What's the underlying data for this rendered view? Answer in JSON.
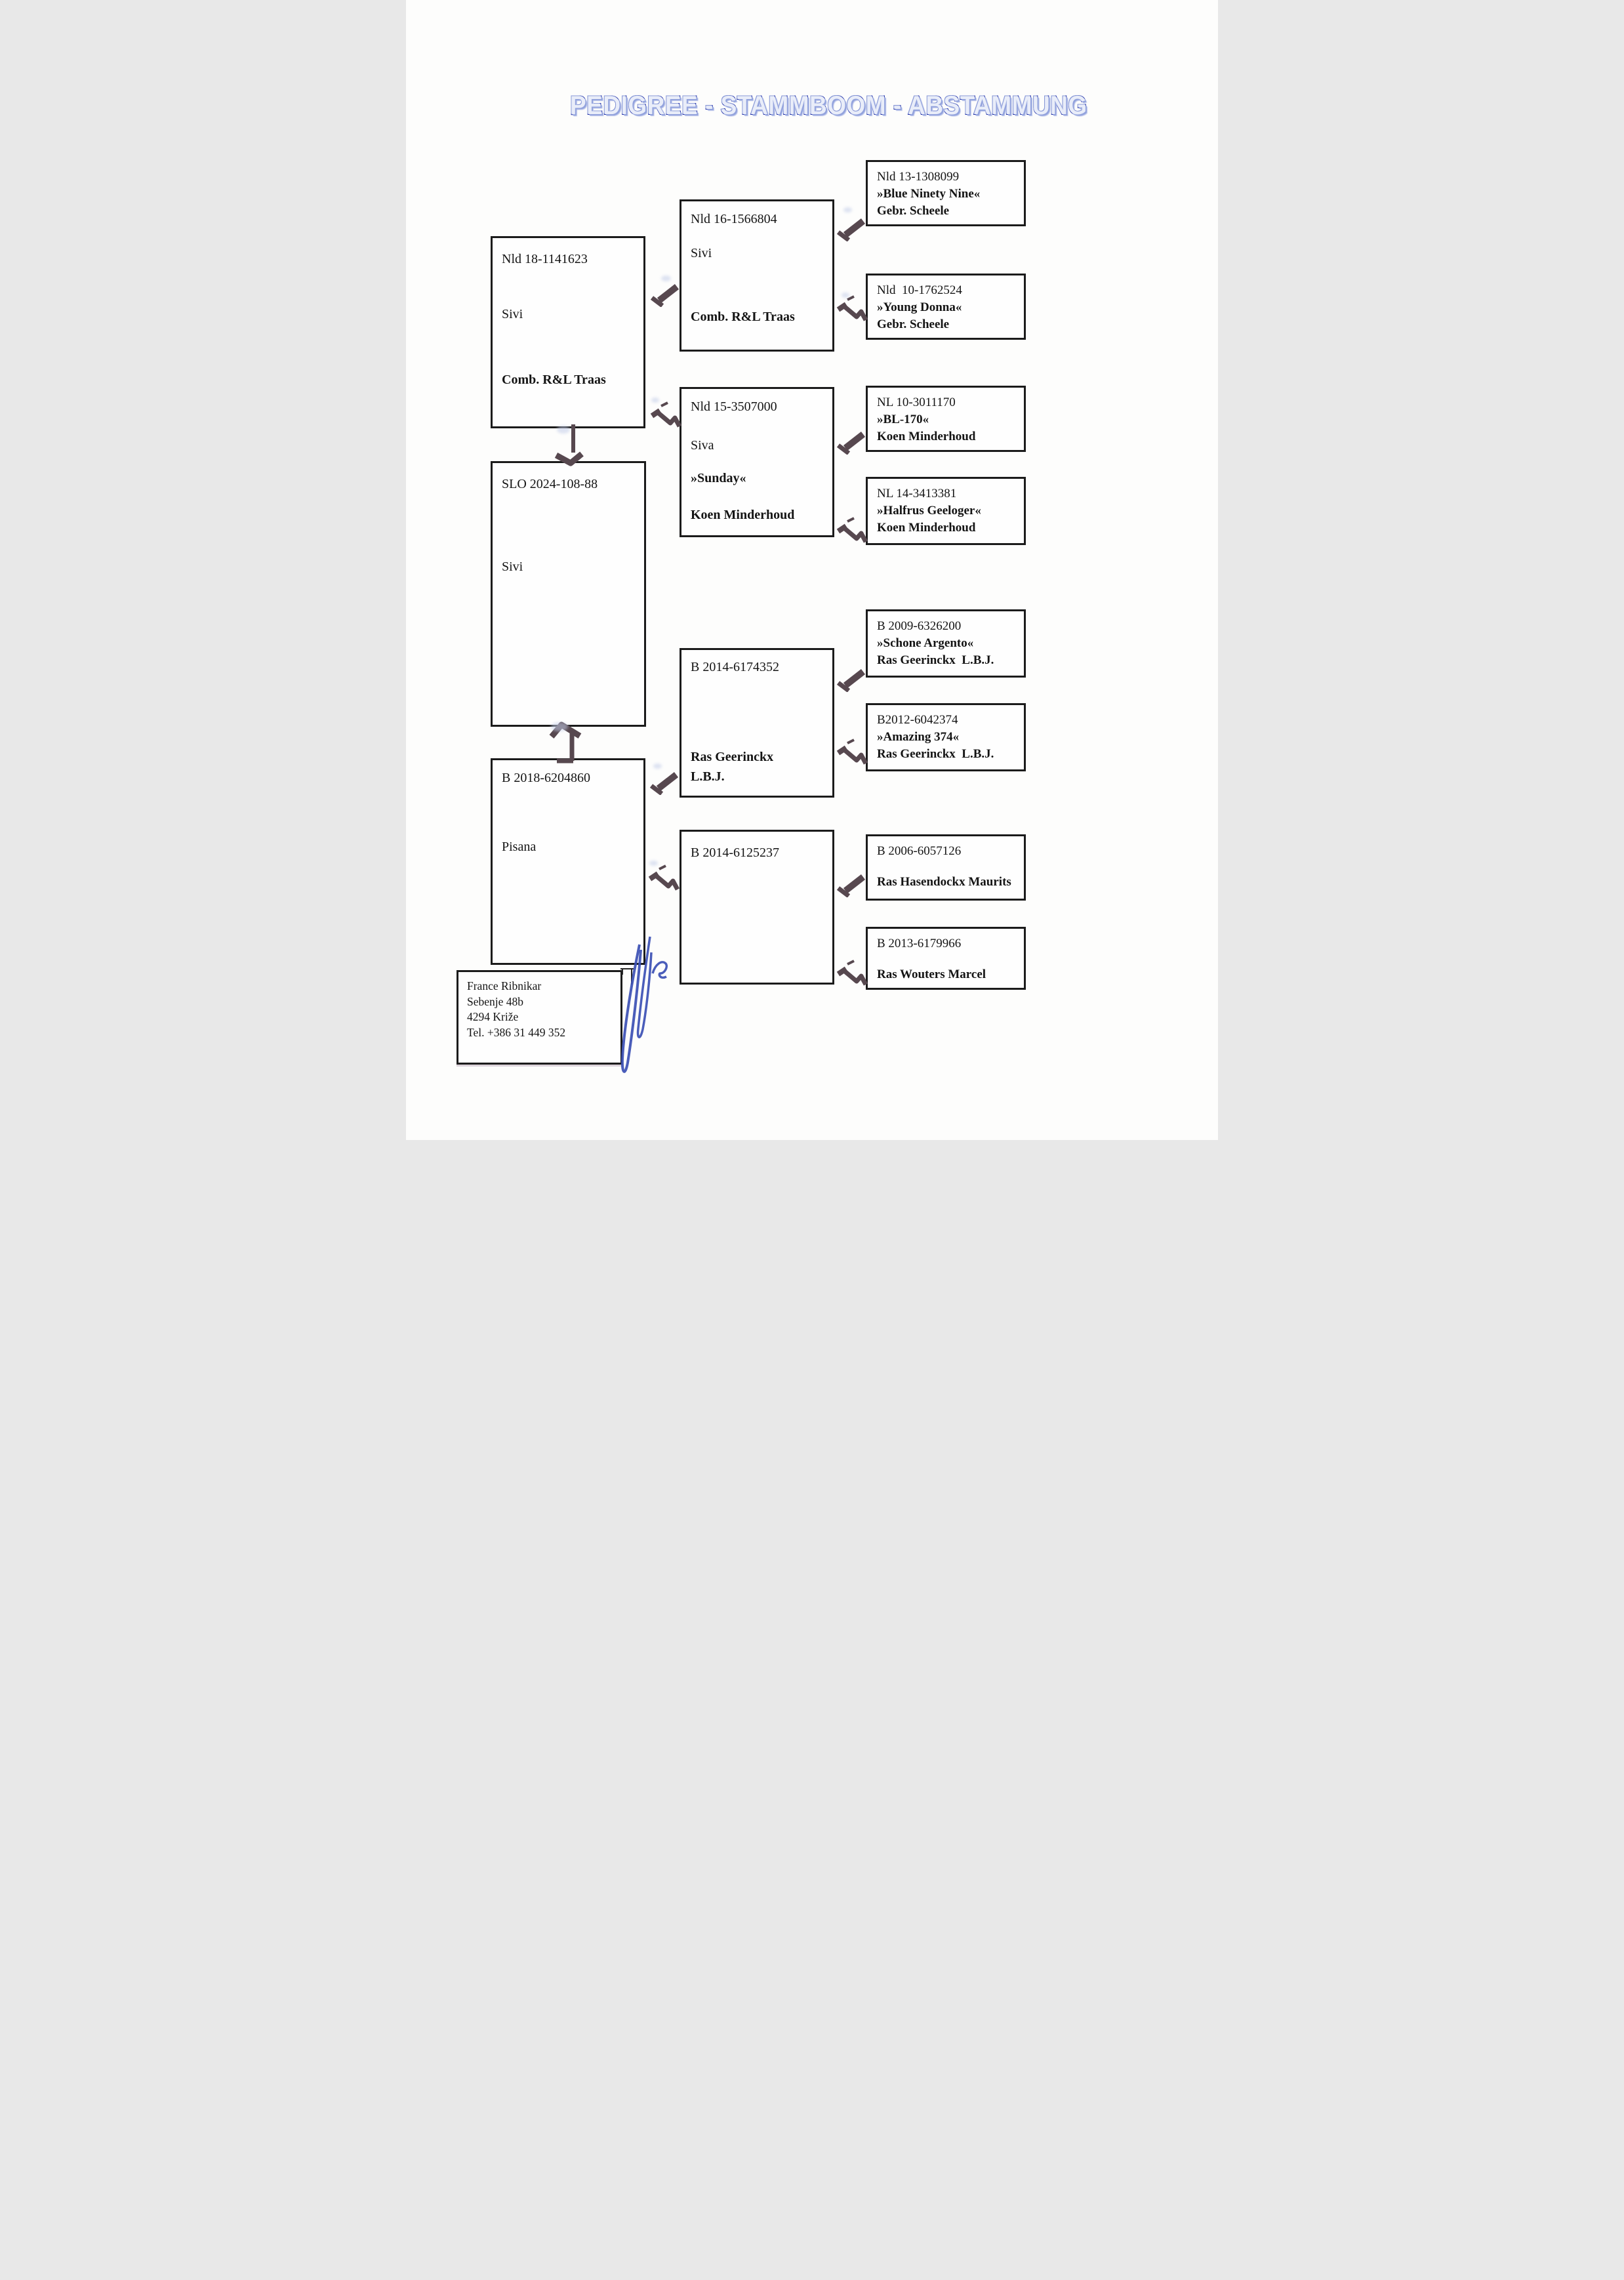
{
  "title": "PEDIGREE - STAMMBOOM - ABSTAMMUNG",
  "subject": {
    "id": "SLO 2024-108-88",
    "name": "Sivi"
  },
  "gen1": [
    {
      "id": "Nld 18-1141623",
      "name": "Sivi",
      "owner": "Comb. R&L Traas"
    },
    {
      "id": "B 2018-6204860",
      "name": "Pisana",
      "owner": ""
    }
  ],
  "gen2": [
    {
      "id": "Nld 16-1566804",
      "name": "Sivi",
      "alias": "",
      "owner": "Comb. R&L Traas"
    },
    {
      "id": "Nld 15-3507000",
      "name": "Siva",
      "alias": "»Sunday«",
      "owner": "Koen Minderhoud"
    },
    {
      "id": "B 2014-6174352",
      "name": "",
      "alias": "",
      "owner": "Ras Geerinckx\nL.B.J."
    },
    {
      "id": "B 2014-6125237",
      "name": "",
      "alias": "",
      "owner": ""
    }
  ],
  "gen3": [
    {
      "id": "Nld 13-1308099",
      "alias": "»Blue Ninety Nine«",
      "owner": "Gebr. Scheele"
    },
    {
      "id": "Nld  10-1762524",
      "alias": "»Young Donna«",
      "owner": "Gebr. Scheele"
    },
    {
      "id": "NL 10-3011170",
      "alias": "»BL-170«",
      "owner": "Koen Minderhoud"
    },
    {
      "id": "NL 14-3413381",
      "alias": "»Halfrus Geeloger«",
      "owner": "Koen Minderhoud"
    },
    {
      "id": "B 2009-6326200",
      "alias": "»Schone Argento«",
      "owner": "Ras Geerinckx  L.B.J."
    },
    {
      "id": "B2012-6042374",
      "alias": "»Amazing 374«",
      "owner": "Ras Geerinckx  L.B.J."
    },
    {
      "id": "B 2006-6057126",
      "alias": "",
      "owner": "Ras Hasendockx Maurits"
    },
    {
      "id": "B 2013-6179966",
      "alias": "",
      "owner": "Ras Wouters Marcel"
    }
  ],
  "contact": {
    "name": "France Ribnikar",
    "street": "Sebenje 48b",
    "city": "4294 Križe",
    "phone": "Tel. +386 31 449 352"
  },
  "colors": {
    "title_stroke": "#2030a8",
    "title_shadow": "#93a3dd",
    "pen_arrow": "#57484f",
    "signature": "#3b4fb4",
    "box_border": "#1b1b1b"
  },
  "icons": {
    "sire_arrow": "pen-check-arrow",
    "dam_arrow": "pen-zigzag-arrow",
    "down_arrow": "pen-down-arrow",
    "up_arrow": "pen-up-arrow",
    "signature": "handwritten-signature"
  }
}
